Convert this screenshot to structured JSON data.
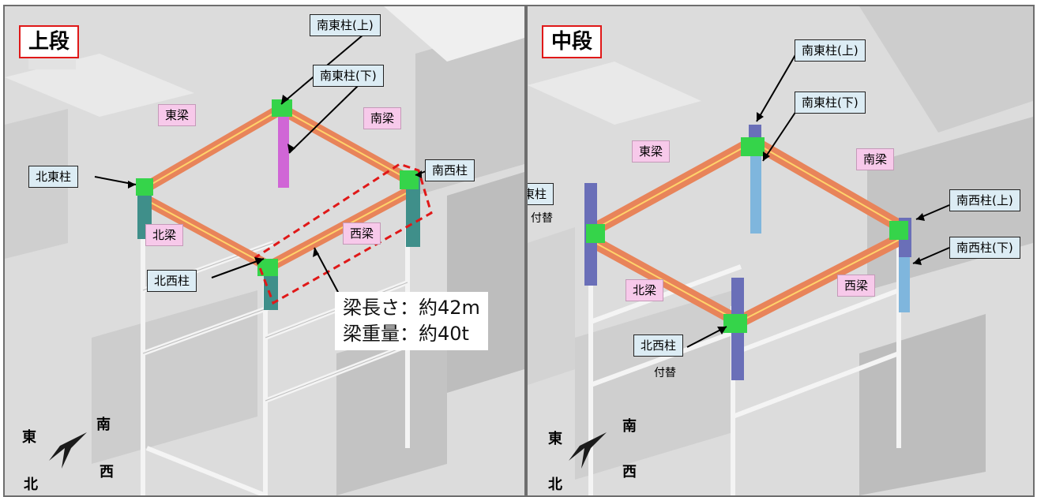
{
  "upper": {
    "title": "上段",
    "labels": {
      "se_col_upper": "南東柱(上)",
      "se_col_lower": "南東柱(下)",
      "east_beam": "東梁",
      "south_beam": "南梁",
      "ne_col": "北東柱",
      "sw_col": "南西柱",
      "north_beam": "北梁",
      "west_beam": "西梁",
      "nw_col": "北西柱"
    },
    "spec": {
      "length": "梁長さ：約42m",
      "weight": "梁重量：約40t"
    },
    "compass": {
      "east": "東",
      "south": "南",
      "north": "北",
      "west": "西"
    }
  },
  "middle": {
    "title": "中段",
    "labels": {
      "se_col_upper": "南東柱(上)",
      "se_col_lower": "南東柱(下)",
      "east_beam": "東梁",
      "south_beam": "南梁",
      "ne_col": "北東柱",
      "ne_col_sub": "付替",
      "sw_col_upper": "南西柱(上)",
      "sw_col_lower": "南西柱(下)",
      "north_beam": "北梁",
      "west_beam": "西梁",
      "nw_col": "北西柱",
      "nw_col_sub": "付替"
    },
    "compass": {
      "east": "東",
      "south": "南",
      "north": "北",
      "west": "西"
    }
  },
  "colors": {
    "label_blue_bg": "#dcecf4",
    "label_pink_bg": "#f7c9ea",
    "title_border": "#e01818",
    "beam": "#e8845a",
    "column_teal": "#3f8f8a",
    "column_purple": "#6a6fb8",
    "column_light_blue": "#7fb6dd",
    "column_magenta": "#d066d6",
    "joint_green": "#35d44a",
    "highlight_dash": "#e01818"
  }
}
